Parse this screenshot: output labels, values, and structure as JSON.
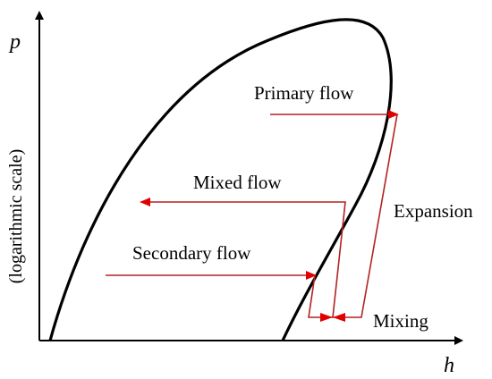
{
  "axes": {
    "y_symbol": "p",
    "y_note": "(logarithmic scale)",
    "x_symbol": "h"
  },
  "labels": {
    "primary_flow": "Primary flow",
    "mixed_flow": "Mixed flow",
    "secondary_flow": "Secondary flow",
    "expansion": "Expansion",
    "mixing": "Mixing"
  },
  "colors": {
    "curve": "#000000",
    "process_lines": "#b22222",
    "arrowheads": "#e00000",
    "axes": "#000000"
  }
}
